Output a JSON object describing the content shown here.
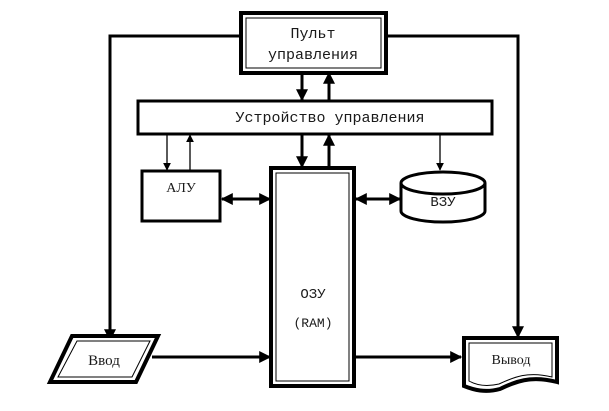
{
  "diagram": {
    "title": "Computer architecture block diagram",
    "nodes": {
      "control_panel": {
        "line1": "Пульт",
        "line2": "управления"
      },
      "control_unit": {
        "label": "Устройство управления"
      },
      "alu": {
        "label": "АЛУ"
      },
      "ram": {
        "label": "ОЗУ",
        "sublabel": "(RAM)"
      },
      "external_storage": {
        "label": "ВЗУ"
      },
      "input": {
        "label": "Ввод"
      },
      "output": {
        "label": "Вывод"
      }
    },
    "edges": [
      {
        "from": "control_panel",
        "to": "control_unit"
      },
      {
        "from": "control_unit",
        "to": "control_panel"
      },
      {
        "from": "control_panel",
        "to": "input"
      },
      {
        "from": "control_panel",
        "to": "output"
      },
      {
        "from": "control_unit",
        "to": "alu"
      },
      {
        "from": "alu",
        "to": "control_unit"
      },
      {
        "from": "control_unit",
        "to": "ram"
      },
      {
        "from": "ram",
        "to": "control_unit"
      },
      {
        "from": "control_unit",
        "to": "external_storage"
      },
      {
        "from": "alu",
        "to": "ram",
        "bidirectional": true
      },
      {
        "from": "ram",
        "to": "external_storage",
        "bidirectional": true
      },
      {
        "from": "input",
        "to": "ram"
      },
      {
        "from": "ram",
        "to": "output"
      }
    ]
  }
}
